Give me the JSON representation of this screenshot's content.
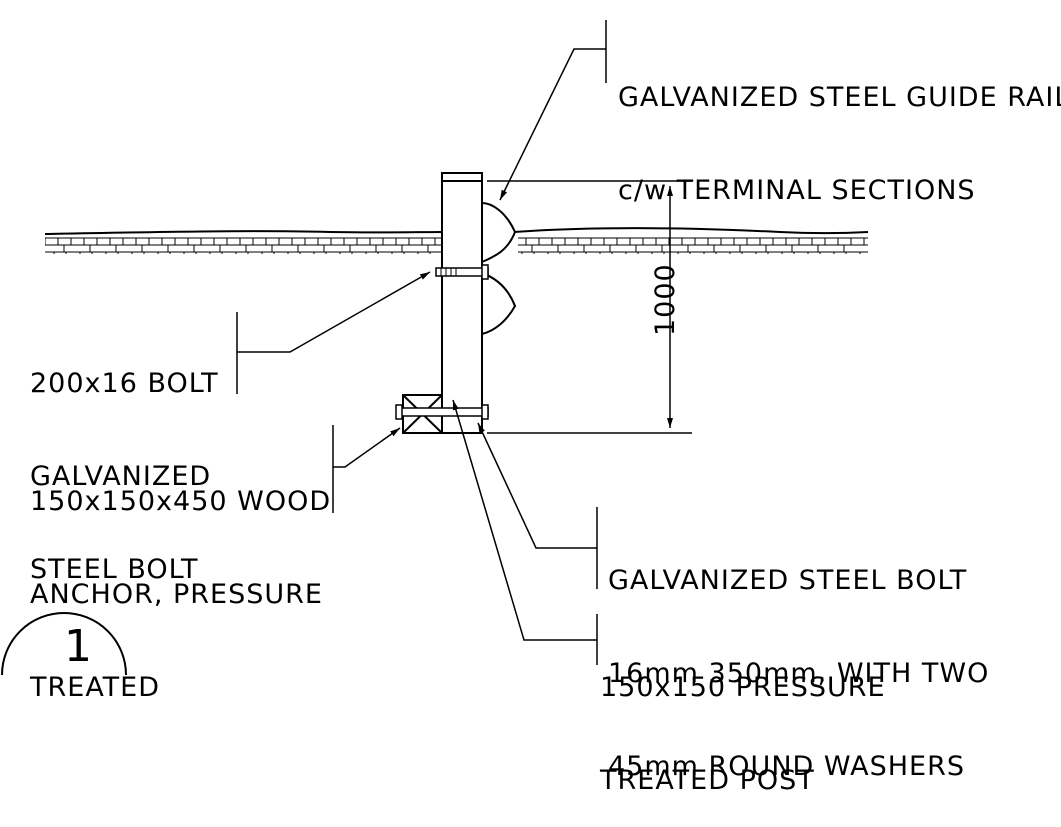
{
  "callouts": {
    "guide_rail": [
      "GALVANIZED STEEL GUIDE RAIL",
      "c/w TERMINAL SECTIONS"
    ],
    "bolt_200": [
      "200x16 BOLT",
      "GALVANIZED",
      "STEEL BOLT"
    ],
    "wood_anchor": [
      "150x150x450 WOOD",
      "ANCHOR, PRESSURE",
      "TREATED"
    ],
    "bolt_16mm": [
      "GALVANIZED STEEL BOLT",
      "16mm 350mm, WITH TWO",
      "45mm ROUND WASHERS"
    ],
    "post": [
      "150x150 PRESSURE",
      "TREATED POST"
    ]
  },
  "dimension": {
    "value": "1000"
  },
  "detail_marker": {
    "number": "1"
  }
}
